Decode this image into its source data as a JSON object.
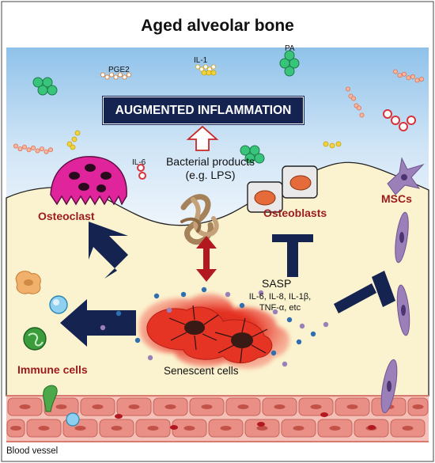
{
  "title": "Aged alveolar bone",
  "banner": "AUGMENTED INFLAMMATION",
  "molecules": {
    "pge2": "PGE2",
    "il1": "IL-1",
    "pa": "PA",
    "il6": "IL-6"
  },
  "bacterial": {
    "line1": "Bacterial products",
    "line2": "(e.g. LPS)"
  },
  "cells": {
    "osteoclast": "Osteoclast",
    "osteoblasts": "Osteoblasts",
    "mscs": "MSCs",
    "immune": "Immune cells",
    "senescent": "Senescent cells"
  },
  "sasp": {
    "title": "SASP",
    "line1": "IL-6, IL-8, IL-1β,",
    "line2": "TNF-α, etc"
  },
  "blood_vessel": "Blood vessel",
  "colors": {
    "cell_label": "#9b1b1b",
    "arrow_navy": "#14234f",
    "osteoclast": "#e0249c",
    "bone_fill": "#fbf3cf",
    "fluid_top": "#8fc2ea",
    "vessel": "#e98f85",
    "msc": "#9a7fb8",
    "senescent": "#e53324"
  }
}
